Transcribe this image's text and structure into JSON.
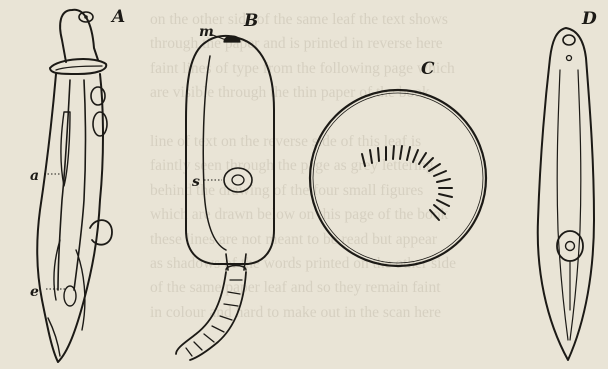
{
  "figure": {
    "panel_labels": [
      "A",
      "B",
      "C",
      "D"
    ],
    "part_labels": [
      "a",
      "e",
      "m",
      "s"
    ]
  },
  "bleed_through_text": [
    "on the other side of the same leaf the text shows",
    "through the paper and is printed in reverse here",
    "faint lines of type from the following page which",
    "are visible through the thin paper of the book",
    "",
    "line of text on the reverse side of this leaf is",
    "faintly seen through the page as grey lettering",
    "behind the drawing of the four small figures",
    "which are drawn below on this page of the book",
    "these lines are not meant to be read but appear",
    "as shadows of the words printed on the other side",
    "of the same paper leaf and so they remain faint",
    "in colour and hard to make out in the scan here"
  ]
}
